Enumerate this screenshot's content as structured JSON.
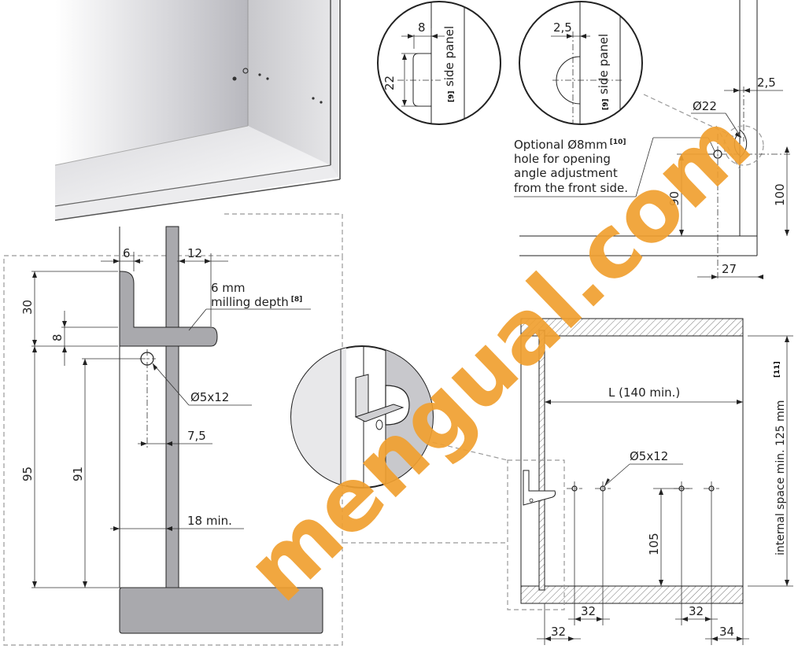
{
  "detail_hole_depth": {
    "dim": "8",
    "a": "22",
    "label_prefix": "[9]",
    "label": "side panel"
  },
  "detail_hole_offset": {
    "dim": "2,5",
    "label_prefix": "[9]",
    "label": "side panel"
  },
  "top_right": {
    "dim_2_5": "2,5",
    "diameter": "Ø22",
    "note_l1": "Optional Ø8mm",
    "note_ref": "[10]",
    "note_l2": "hole for opening",
    "note_l3": "angle adjustment",
    "note_l4": "from the front side.",
    "dim_90": "90",
    "dim_100": "100",
    "dim_27": "27"
  },
  "section": {
    "dim_6": "6",
    "dim_12": "12",
    "milling_l1": "6 mm",
    "milling_l2": "milling depth",
    "milling_ref": "[8]",
    "dim_30": "30",
    "dim_8": "8",
    "dim_95": "95",
    "dim_91": "91",
    "hole": "Ø5x12",
    "dim_7_5": "7,5",
    "dim_18": "18 min."
  },
  "drawer": {
    "length": "L (140 min.)",
    "hole": "Ø5x12",
    "dim_105": "105",
    "internal_space": "internal space min. 125 mm",
    "internal_ref": "[11]",
    "b32a": "32",
    "b32b": "32",
    "b32c": "32",
    "b34": "34"
  },
  "watermark": "mengual.com"
}
